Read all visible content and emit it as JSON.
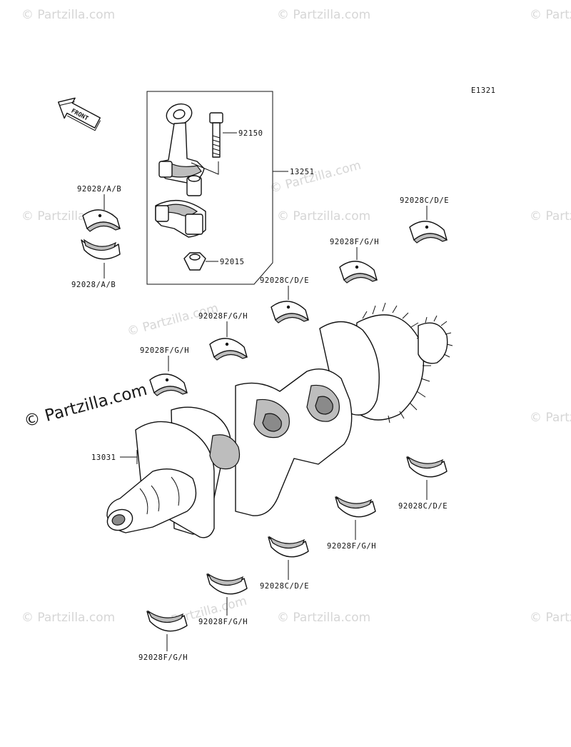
{
  "diagram_code": "E1321",
  "front_label": "FRONT",
  "watermark_text": "© Partzilla.com",
  "brand_watermark": "© Partzilla.com",
  "labels": {
    "bolt": "92150",
    "conrod_assy": "13251",
    "nut": "92015",
    "bearing_ab_top": "92028/A/B",
    "bearing_ab_bottom": "92028/A/B",
    "bearing_cde_1": "92028C/D/E",
    "bearing_fgh_1": "92028F/G/H",
    "bearing_cde_2": "92028C/D/E",
    "bearing_fgh_2": "92028F/G/H",
    "bearing_fgh_3": "92028F/G/H",
    "crankshaft": "13031",
    "bearing_cde_3": "92028C/D/E",
    "bearing_fgh_4": "92028F/G/H",
    "bearing_cde_4": "92028C/D/E",
    "bearing_fgh_5": "92028F/G/H",
    "bearing_fgh_6": "92028F/G/H"
  },
  "colors": {
    "line": "#111111",
    "watermark": "#d6d6d6",
    "background": "#ffffff"
  }
}
